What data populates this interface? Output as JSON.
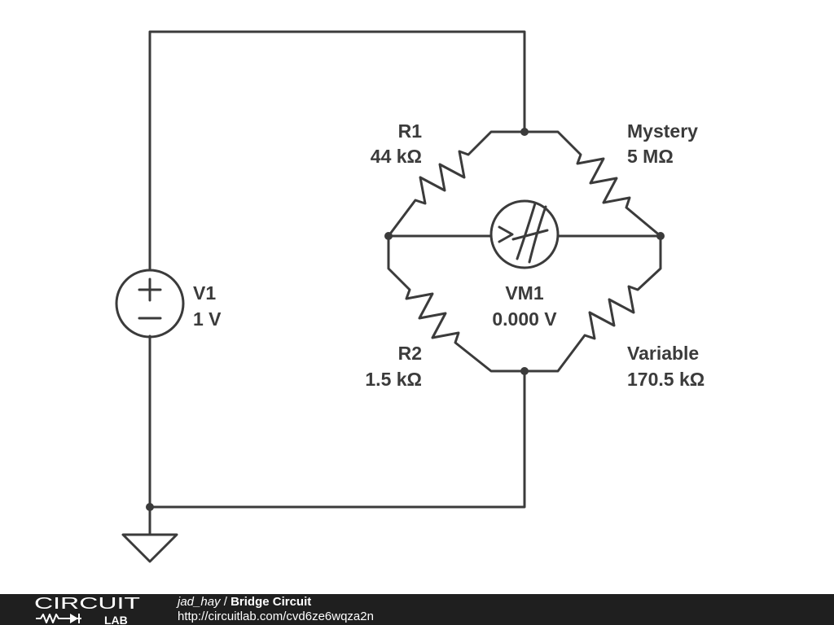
{
  "components": {
    "r1": {
      "name": "R1",
      "value": "44 kΩ"
    },
    "mystery": {
      "name": "Mystery",
      "value": "5 MΩ"
    },
    "r2": {
      "name": "R2",
      "value": "1.5 kΩ"
    },
    "variable": {
      "name": "Variable",
      "value": "170.5 kΩ"
    },
    "v1": {
      "name": "V1",
      "value": "1 V"
    },
    "vm1": {
      "name": "VM1",
      "value": "0.000 V"
    }
  },
  "footer": {
    "logo_top": "CIRCUIT",
    "logo_bottom": "LAB",
    "author": "jad_hay",
    "separator": "/",
    "title": "Bridge Circuit",
    "url": "http://circuitlab.com/cvd6ze6wqza2n"
  },
  "colors": {
    "ink": "#3b3b3b",
    "footer_bg": "#1f1f1f",
    "footer_text": "#ffffff"
  }
}
